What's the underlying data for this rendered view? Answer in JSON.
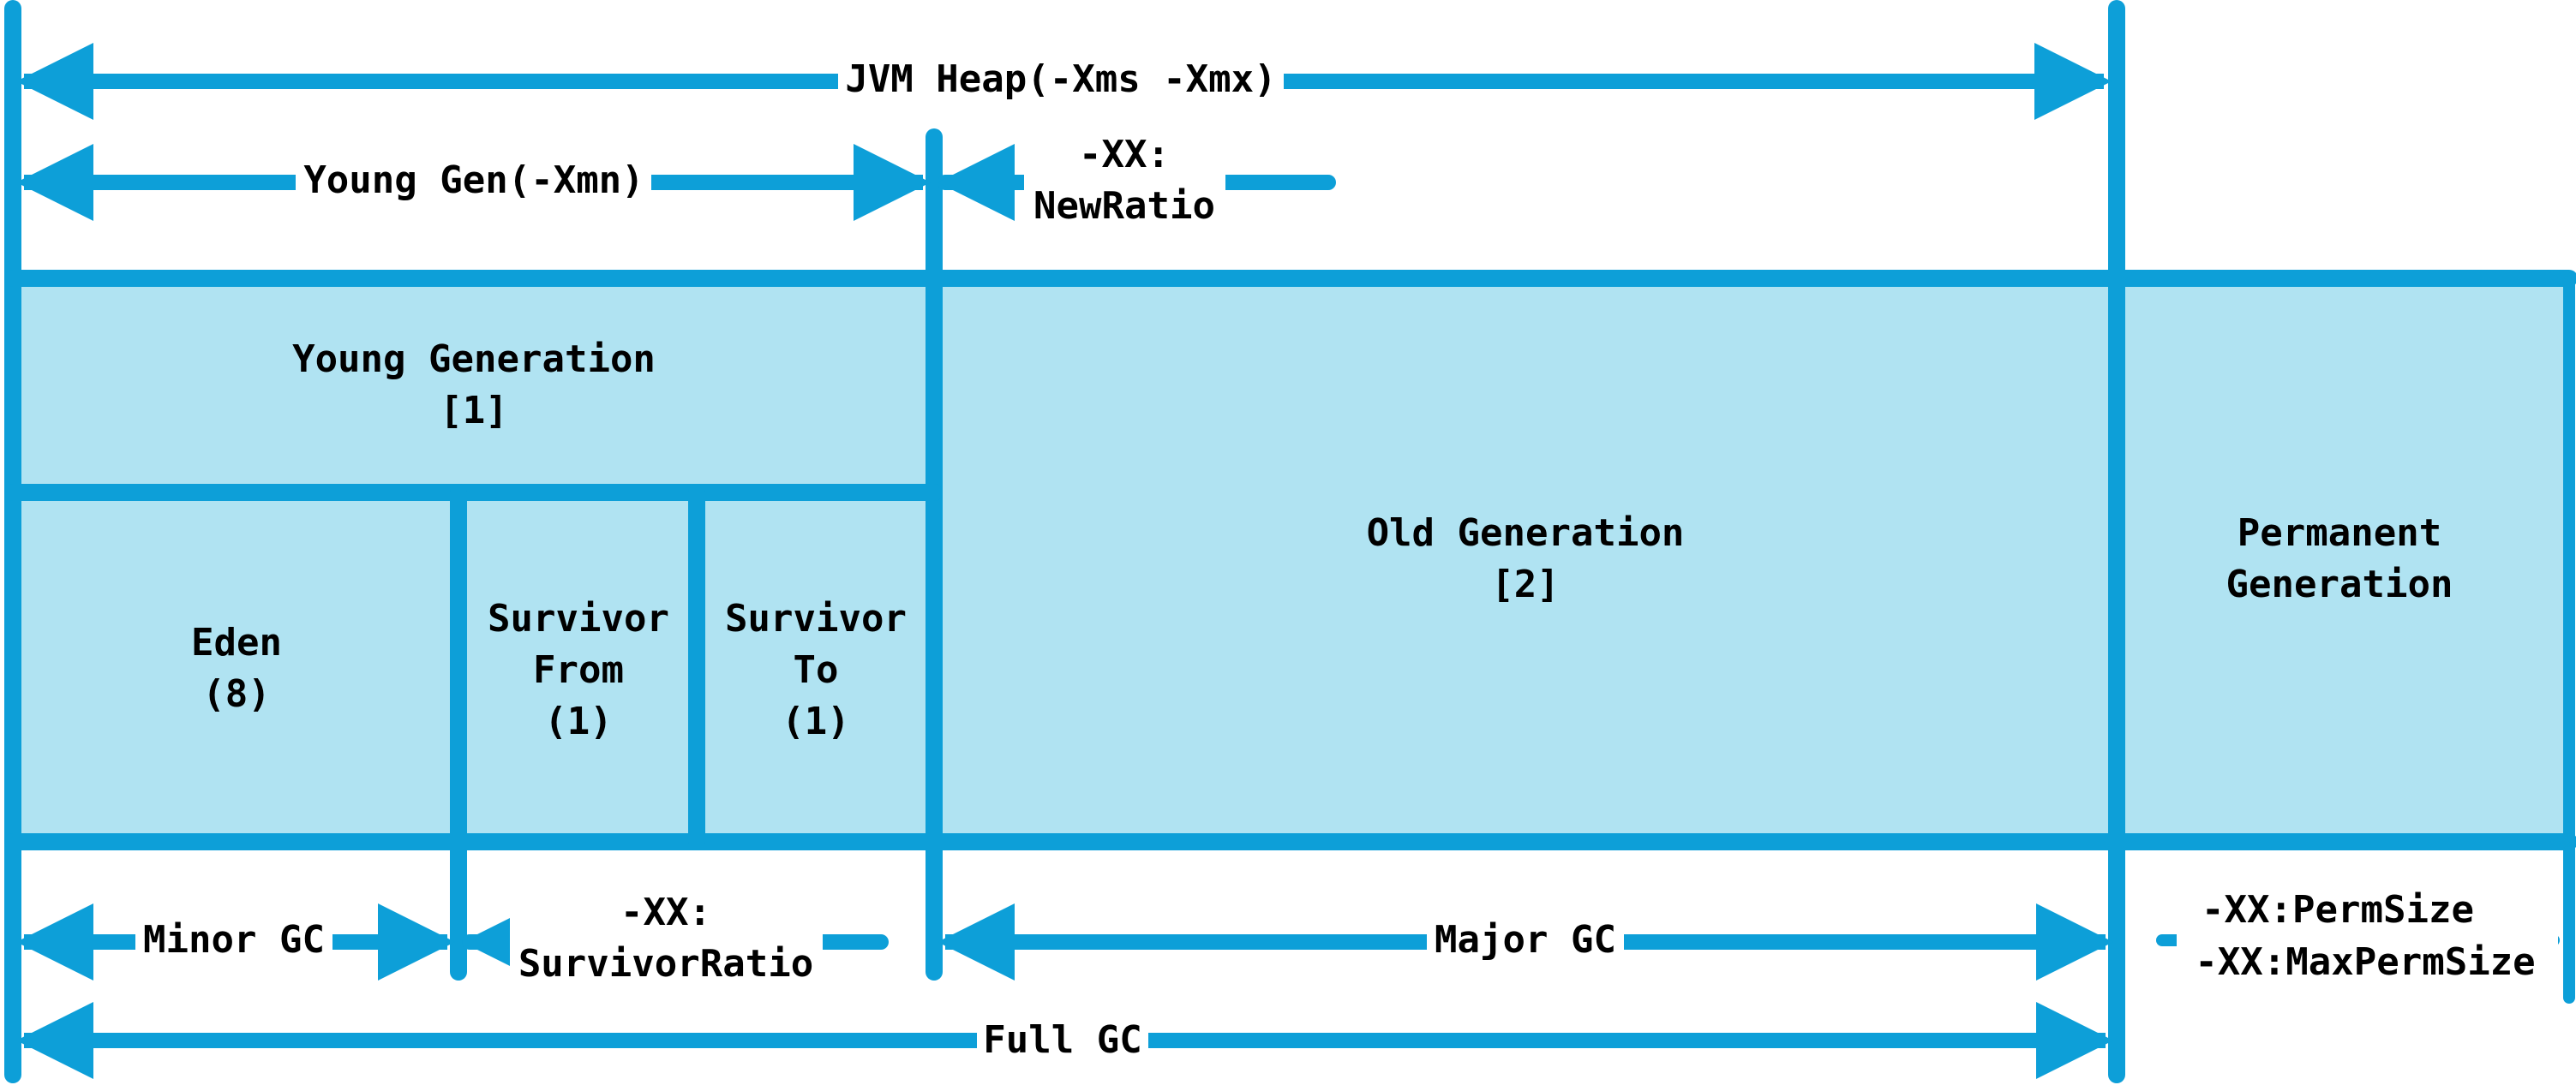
{
  "colors": {
    "line": "#0d9fd8",
    "fill": "#b0e3f2",
    "text": "#000000",
    "background": "#ffffff"
  },
  "top_labels": {
    "jvm_heap": "JVM Heap(-Xms -Xmx)",
    "young_gen": "Young Gen(-Xmn)",
    "new_ratio_line1": "-XX:",
    "new_ratio_line2": "NewRatio"
  },
  "regions": {
    "young_generation": {
      "line1": "Young Generation",
      "line2": "[1]"
    },
    "eden": {
      "line1": "Eden",
      "line2": "(8)"
    },
    "survivor_from": {
      "line1": "Survivor",
      "line2": "From",
      "line3": "(1)"
    },
    "survivor_to": {
      "line1": "Survivor",
      "line2": "To",
      "line3": "(1)"
    },
    "old_generation": {
      "line1": "Old Generation",
      "line2": "[2]"
    },
    "permanent_generation": {
      "line1": "Permanent",
      "line2": "Generation"
    }
  },
  "bottom_labels": {
    "minor_gc": "Minor GC",
    "survivor_ratio_line1": "-XX:",
    "survivor_ratio_line2": "SurvivorRatio",
    "major_gc": "Major GC",
    "perm_size": "-XX:PermSize",
    "max_perm_size": "-XX:MaxPermSize",
    "full_gc": "Full GC"
  }
}
